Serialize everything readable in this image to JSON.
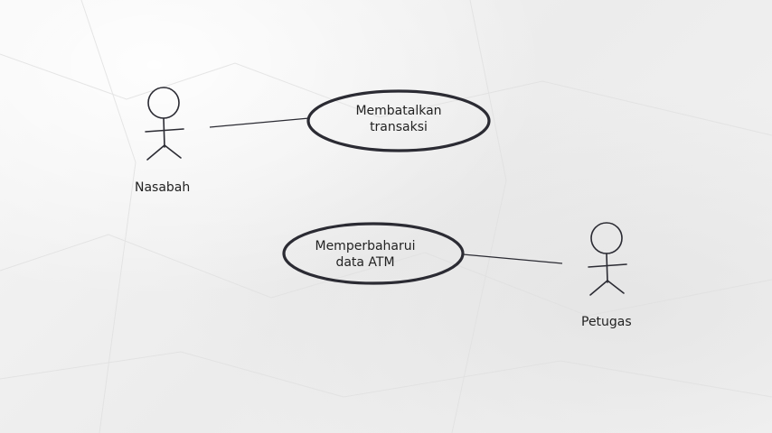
{
  "actors": {
    "nasabah": {
      "name": "Nasabah"
    },
    "petugas": {
      "name": "Petugas"
    }
  },
  "use_cases": {
    "membatalkan": {
      "line1": "Membatalkan",
      "line2": "transaksi"
    },
    "memperbaharui": {
      "line1": "Memperbaharui",
      "line2": "data ATM"
    }
  },
  "colors": {
    "stroke": "#2b2b33",
    "text": "#222222",
    "background": "#f2f2f2"
  }
}
